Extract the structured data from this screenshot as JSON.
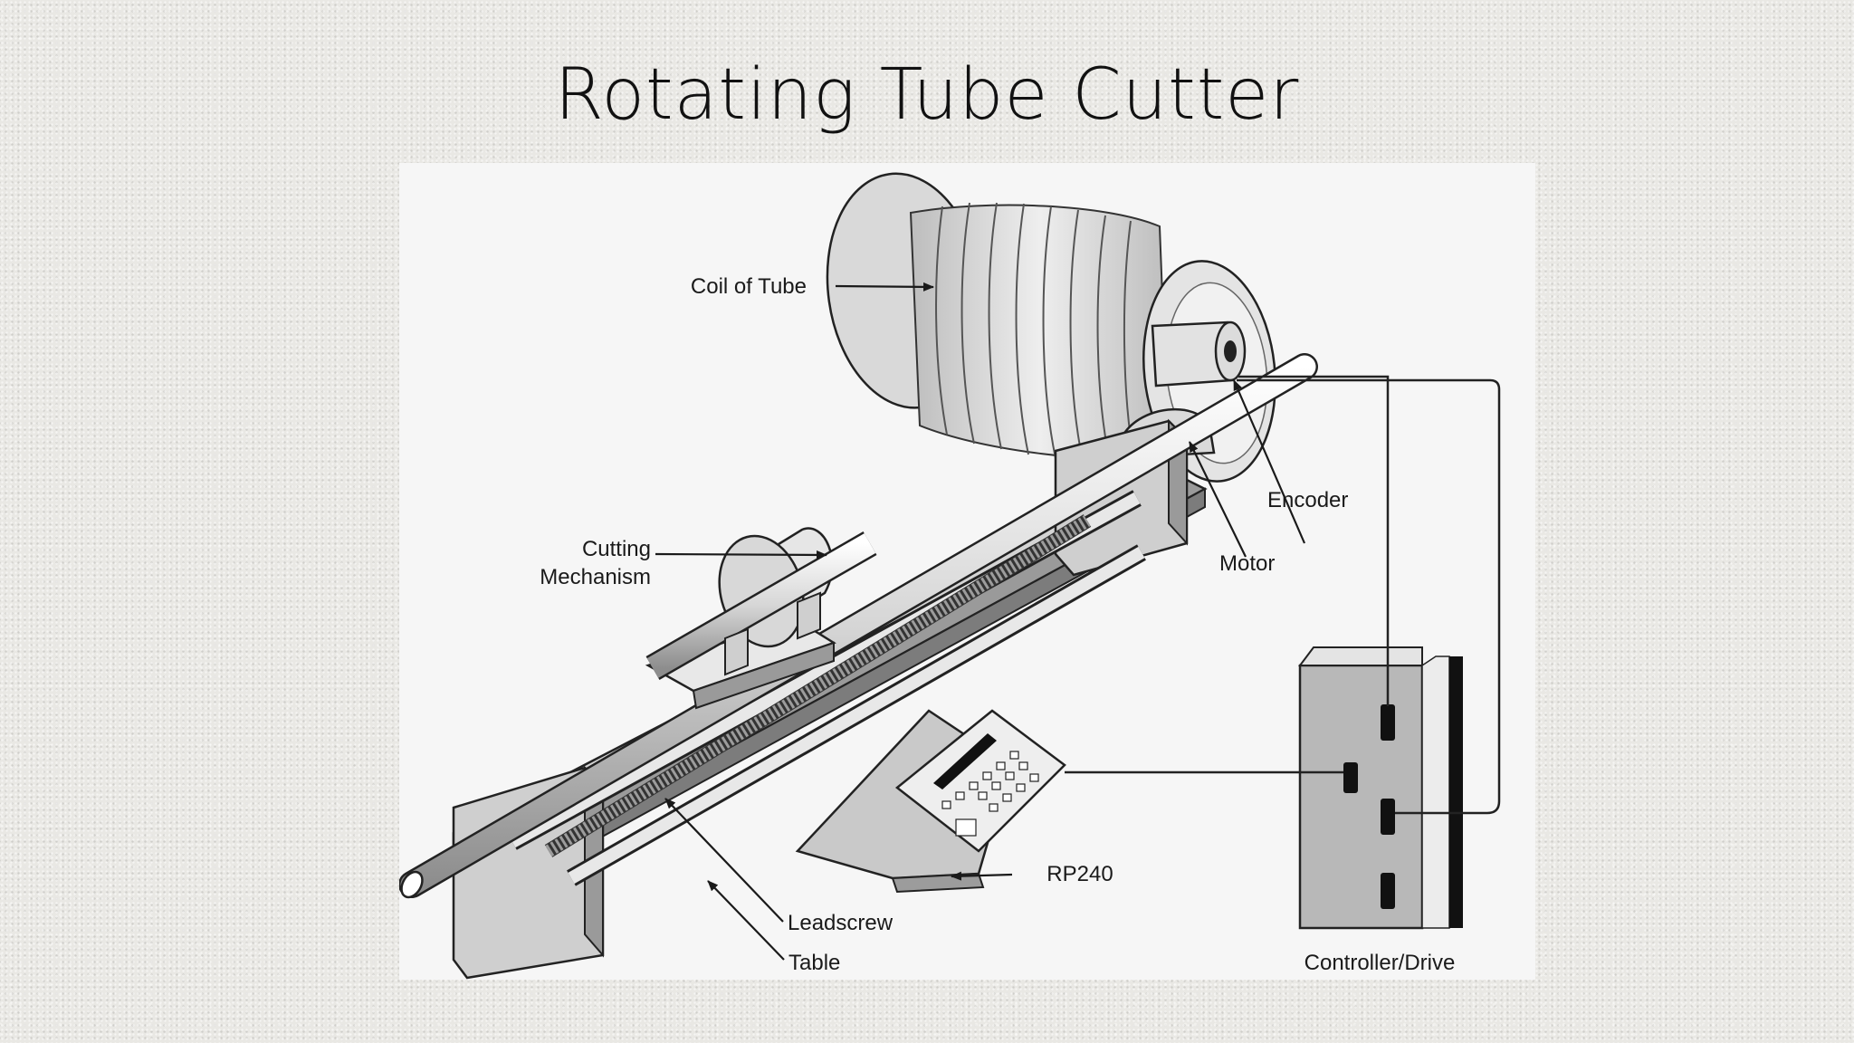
{
  "slide": {
    "title": "Rotating Tube Cutter"
  },
  "labels": {
    "coil_of_tube": "Coil of Tube",
    "cutting_line1": "Cutting",
    "cutting_line2": "Mechanism",
    "encoder": "Encoder",
    "motor": "Motor",
    "rp240": "RP240",
    "leadscrew": "Leadscrew",
    "table": "Table",
    "controller_drive": "Controller/Drive"
  },
  "colors": {
    "title": "#111111",
    "panel": "#f6f6f6",
    "line": "#1a1a1a"
  }
}
